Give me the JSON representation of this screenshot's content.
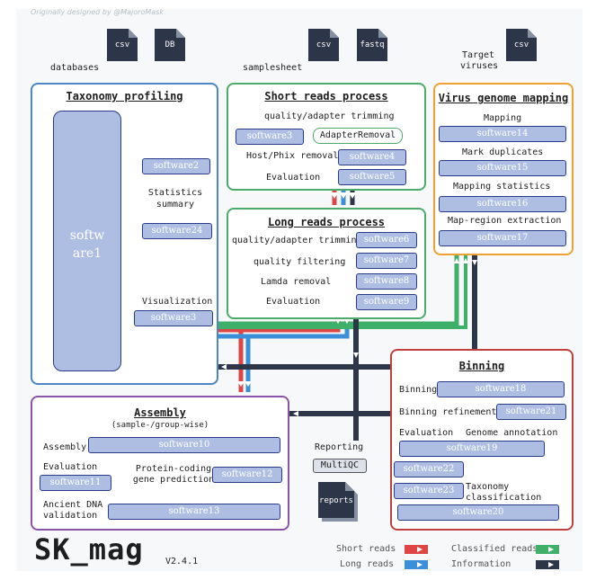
{
  "credit": "Originally designed by @MajoroMask",
  "inputs": {
    "databases_label": "databases",
    "samplesheet_label": "samplesheet",
    "target_viruses_label": "Target viruses",
    "files": [
      "csv",
      "DB",
      "csv",
      "fastq",
      "csv"
    ]
  },
  "taxonomy": {
    "title": "Taxonomy profiling",
    "main_software": "software1",
    "software2": "software2",
    "stats_label": "Statistics summary",
    "software24": "software24",
    "vis_label": "Visualization",
    "software3": "software3"
  },
  "short_reads": {
    "title": "Short reads process",
    "trim_label": "quality/adapter trimming",
    "software3": "software3",
    "adapter_removal": "AdapterRemoval",
    "hostphix_label": "Host/Phix removal",
    "software4": "software4",
    "eval_label": "Evaluation",
    "software5": "software5"
  },
  "long_reads": {
    "title": "Long reads process",
    "trim_label": "quality/adapter trimming",
    "software6": "software6",
    "filter_label": "quality filtering",
    "software7": "software7",
    "lamda_label": "Lamda removal",
    "software8": "software8",
    "eval_label": "Evaluation",
    "software9": "software9"
  },
  "virus": {
    "title": "Virus genome mapping",
    "mapping_label": "Mapping",
    "software14": "software14",
    "dup_label": "Mark duplicates",
    "software15": "software15",
    "stats_label": "Mapping statistics",
    "software16": "software16",
    "extract_label": "Map-region extraction",
    "software17": "software17"
  },
  "binning": {
    "title": "Binning",
    "binning_label": "Binning",
    "software18": "software18",
    "refine_label": "Binning refinement",
    "software21": "software21",
    "eval_label": "Evaluation",
    "annot_label": "Genome annotation",
    "software19": "software19",
    "software22": "software22",
    "software23": "software23",
    "taxo_label": "Taxonomy classification",
    "software20": "software20"
  },
  "assembly": {
    "title": "Assembly",
    "subtitle": "(sample-/group-wise)",
    "assembly_label": "Assembly",
    "software10": "software10",
    "eval_label": "Evaluation",
    "software11": "software11",
    "protein_label": "Protein-coding gene prediction",
    "software12": "software12",
    "ancient_label": "Ancient DNA validation",
    "software13": "software13"
  },
  "reporting": {
    "label": "Reporting",
    "tool": "MultiQC",
    "file": "reports"
  },
  "brand": {
    "name": "SK_mag",
    "version": "V2.4.1"
  },
  "legend": [
    {
      "label": "Short reads",
      "color": "#e04545"
    },
    {
      "label": "Long reads",
      "color": "#3a8fd8"
    },
    {
      "label": "Classified reads",
      "color": "#3fb06a"
    },
    {
      "label": "Information",
      "color": "#2d3648"
    }
  ],
  "colors": {
    "short": "#e04545",
    "long": "#3a8fd8",
    "classified": "#3fb06a",
    "info": "#2d3648",
    "software_fill": "#aebee3",
    "software_border": "#2a3b8a"
  }
}
